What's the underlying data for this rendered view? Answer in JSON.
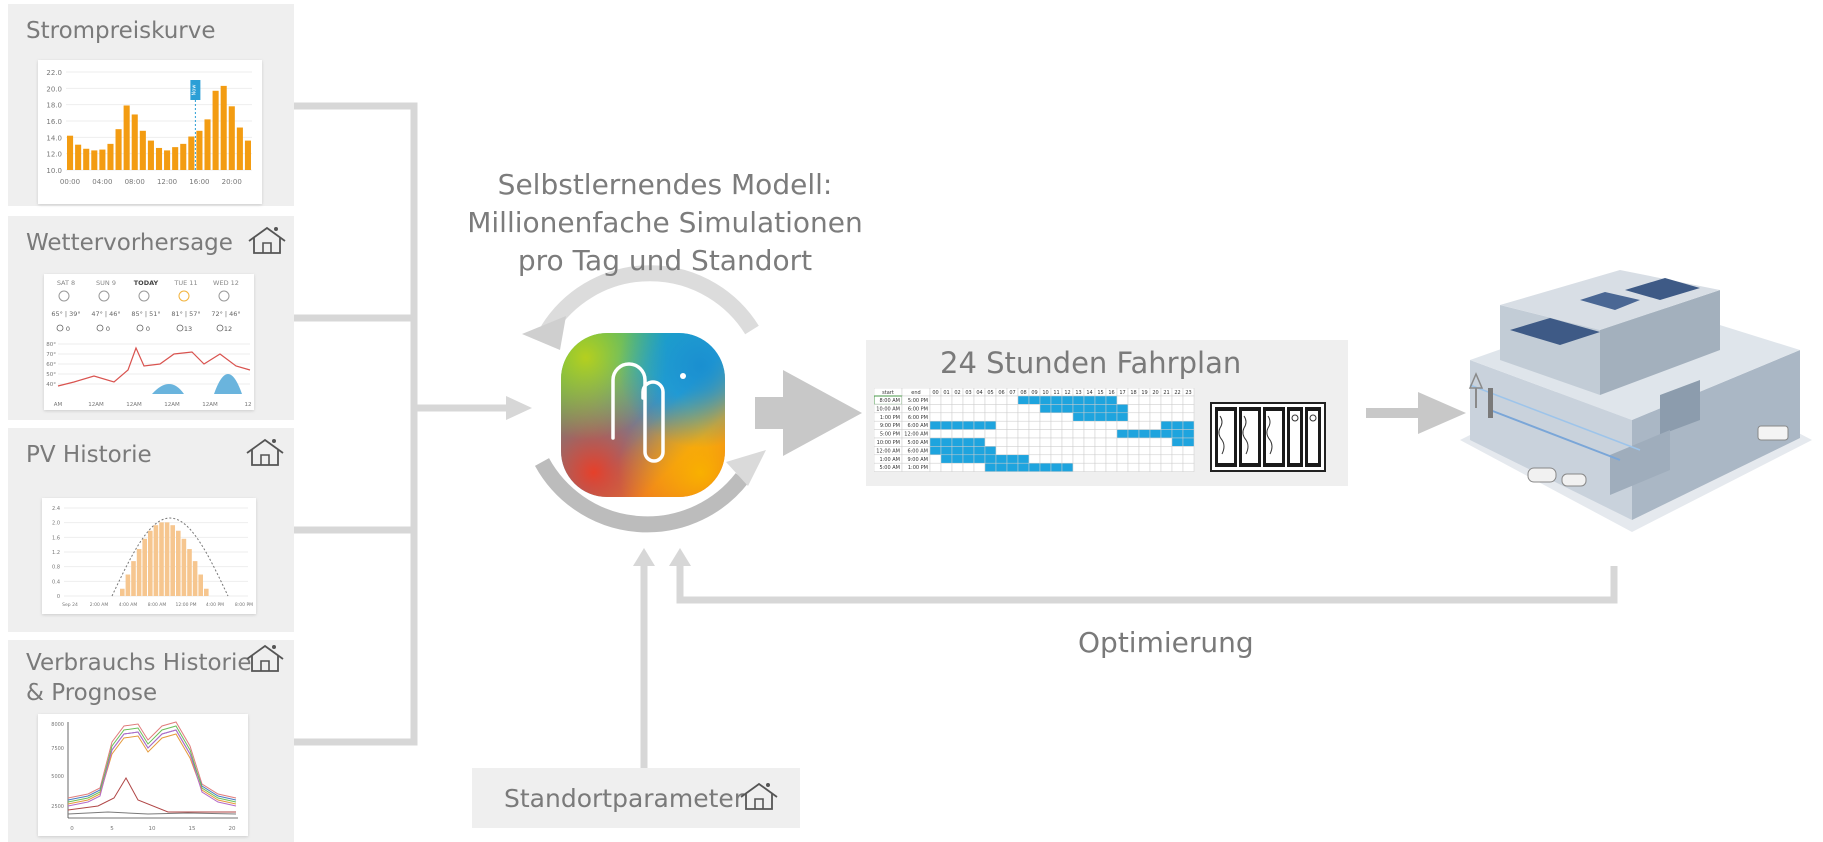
{
  "panels": [
    {
      "title": "Strompreiskurve",
      "house_icon": false
    },
    {
      "title": "Wettervorhersage",
      "house_icon": true
    },
    {
      "title": "PV Historie",
      "house_icon": true
    },
    {
      "title": "Verbrauchs Historie",
      "title_line2": "& Prognose",
      "house_icon": true
    }
  ],
  "price_chart": {
    "type": "bar",
    "y_ticks": [
      "22.0",
      "20.0",
      "18.0",
      "16.0",
      "14.0",
      "12.0",
      "10.0"
    ],
    "x_ticks": [
      "00:00",
      "04:00",
      "08:00",
      "12:00",
      "16:00",
      "20:00"
    ],
    "ylim": [
      10,
      22
    ],
    "values": [
      14.2,
      13.1,
      12.6,
      12.4,
      12.5,
      13.2,
      15.0,
      17.9,
      16.8,
      14.8,
      13.6,
      12.7,
      12.4,
      12.8,
      13.2,
      14.1,
      14.8,
      16.2,
      19.7,
      20.3,
      17.8,
      15.2,
      13.6
    ],
    "marker_label": "Now",
    "bar_color": "#f39c12"
  },
  "weather": {
    "days": [
      {
        "day": "SAT",
        "date": "8",
        "temps": "65° | 39°",
        "precip": "0"
      },
      {
        "day": "SUN",
        "date": "9",
        "temps": "47° | 46°",
        "precip": "0"
      },
      {
        "day": "TODAY",
        "date": "",
        "temps": "85° | 51°",
        "precip": "0"
      },
      {
        "day": "TUE",
        "date": "11",
        "temps": "81° | 57°",
        "precip": "13"
      },
      {
        "day": "WED",
        "date": "12",
        "temps": "72° | 46°",
        "precip": "12"
      }
    ],
    "y_ticks": [
      "80°",
      "70°",
      "60°",
      "50°",
      "40°"
    ],
    "x_ticks": [
      "AM",
      "12AM",
      "12AM",
      "12AM",
      "12AM",
      "12"
    ]
  },
  "pv_chart": {
    "type": "bar",
    "x_ticks": [
      "Sep 24",
      "2:00 AM",
      "4:00 AM",
      "8:00 AM",
      "12:00 PM",
      "4:00 PM",
      "8:00 PM"
    ],
    "y_ticks": [
      "0",
      "0.4",
      "0.8",
      "1.2",
      "1.6",
      "2.0",
      "2.4"
    ],
    "bar_color": "#f6c68f"
  },
  "consumption_chart": {
    "type": "line",
    "y_ticks": [
      "8000",
      "7500",
      "5000",
      "2500"
    ],
    "x_ticks": [
      "0",
      "5",
      "10",
      "15",
      "20"
    ],
    "series_colors": [
      "#e07c7c",
      "#4a7cc2",
      "#6bbf59",
      "#e59a3b",
      "#b56ac7",
      "#b04646",
      "#7a7a7a"
    ]
  },
  "model_text": [
    "Selbstlernendes Modell:",
    "Millionenfache Simulationen",
    "pro Tag und Standort"
  ],
  "schedule": {
    "title": "24 Stunden Fahrplan",
    "headers": [
      "start",
      "end",
      "00",
      "01",
      "02",
      "03",
      "04",
      "05",
      "06",
      "07",
      "08",
      "09",
      "10",
      "11",
      "12",
      "13",
      "14",
      "15",
      "16",
      "17",
      "18",
      "19",
      "20",
      "21",
      "22",
      "23"
    ],
    "rows": [
      {
        "start": "8:00 AM",
        "end": "5:00 PM"
      },
      {
        "start": "10:00 AM",
        "end": "6:00 PM"
      },
      {
        "start": "1:00 PM",
        "end": "6:00 PM"
      },
      {
        "start": "9:00 PM",
        "end": "6:00 AM"
      },
      {
        "start": "5:00 PM",
        "end": "12:00 AM"
      },
      {
        "start": "10:00 PM",
        "end": "5:00 AM"
      },
      {
        "start": "12:00 AM",
        "end": "6:00 AM"
      },
      {
        "start": "1:00 AM",
        "end": "9:00 AM"
      },
      {
        "start": "5:00 AM",
        "end": "1:00 PM"
      }
    ],
    "fill_color": "#1ea4de"
  },
  "optimization_label": "Optimierung",
  "site_params_label": "Standortparameter",
  "colors": {
    "connector": "#d7d7d7",
    "arrow": "#c8c8c8",
    "panel_bg": "#efefef",
    "text": "#7a7a7a"
  }
}
